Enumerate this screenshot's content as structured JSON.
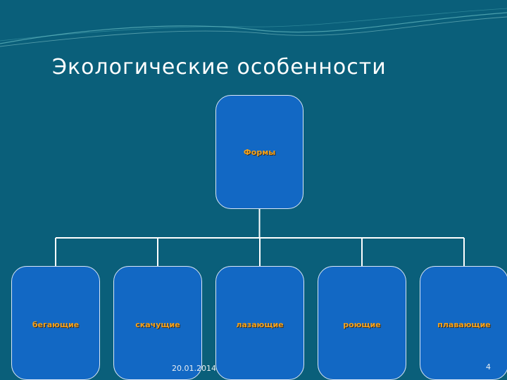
{
  "slide": {
    "title": "Экологические особенности",
    "date": "20.01.2014",
    "page_number": "4"
  },
  "diagram": {
    "root": {
      "label": "Формы"
    },
    "children": [
      {
        "label": "бегающие"
      },
      {
        "label": "скачущие"
      },
      {
        "label": "лазающие"
      },
      {
        "label": "роющие"
      },
      {
        "label": "плавающие"
      }
    ]
  },
  "colors": {
    "background": "#0a5f7a",
    "box_fill": "#1268c4",
    "box_border": "#d9e6f5",
    "label_text": "#f6a21a",
    "connector": "#ffffff"
  }
}
